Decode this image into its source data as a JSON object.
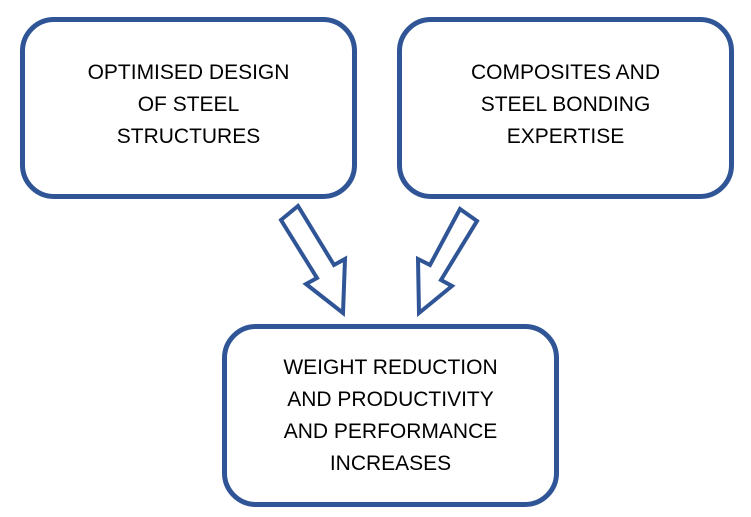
{
  "diagram": {
    "boxes": {
      "left": {
        "lines": [
          "OPTIMISED DESIGN",
          "OF STEEL",
          "STRUCTURES"
        ]
      },
      "right": {
        "lines": [
          "COMPOSITES AND",
          "STEEL BONDING",
          "EXPERTISE"
        ]
      },
      "bottom": {
        "lines": [
          "WEIGHT REDUCTION",
          "AND PRODUCTIVITY",
          "AND PERFORMANCE",
          "INCREASES"
        ]
      }
    },
    "colors": {
      "border": "#2f5597",
      "arrow_stroke": "#2f5597",
      "arrow_fill": "#ffffff",
      "text": "#000000"
    }
  }
}
